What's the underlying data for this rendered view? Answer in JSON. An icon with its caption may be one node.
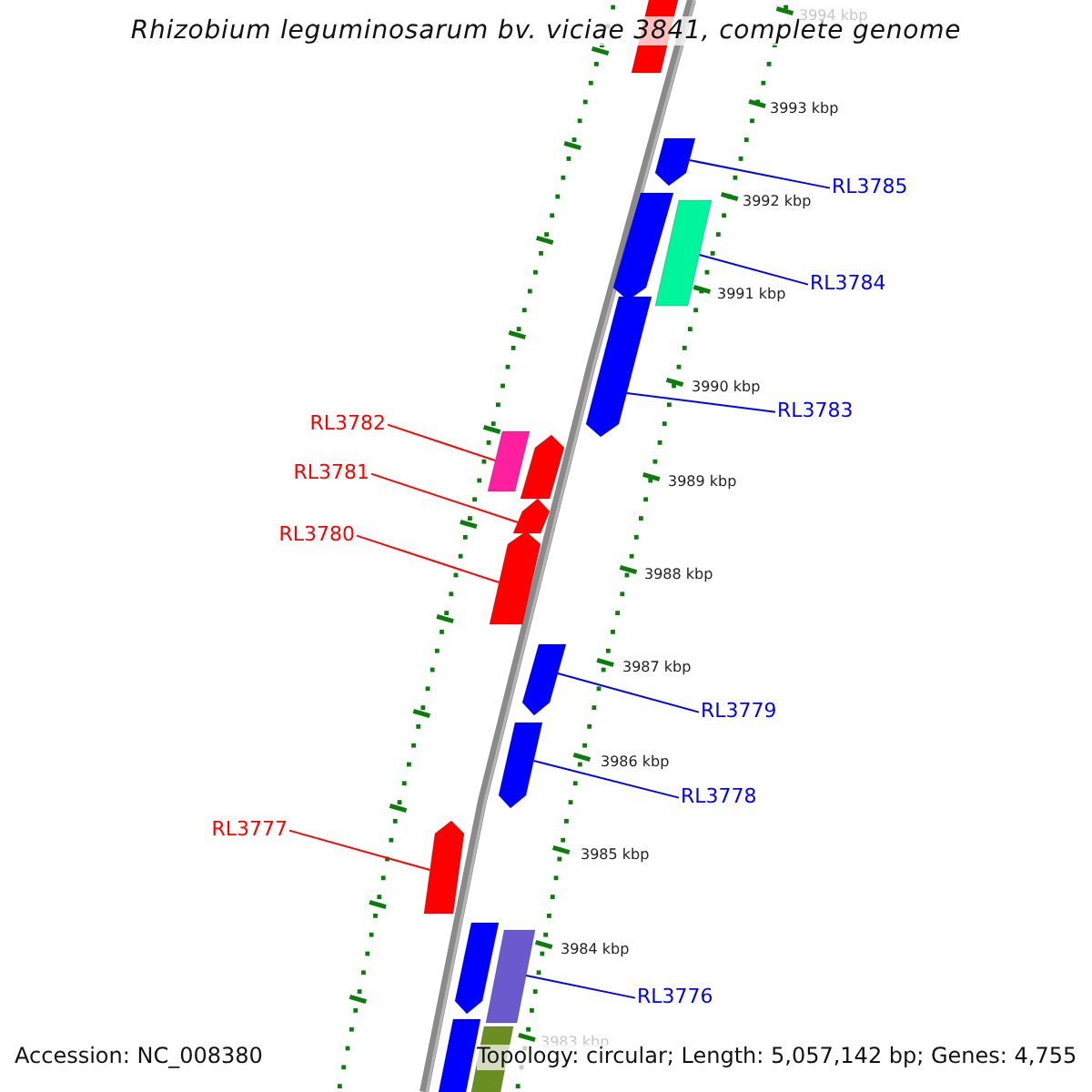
{
  "diagram": {
    "title": "Rhizobium leguminosarum bv. viciae 3841, complete genome",
    "nodes": [
      {
        "text": [],
        "shape": "bar"
      },
      {
        "text": [],
        "shape": "arrow"
      },
      {
        "text": [],
        "shape": "arrow"
      },
      {
        "text": [],
        "shape": "bar"
      },
      {
        "text": [],
        "shape": "arrow"
      },
      {
        "text": [],
        "shape": "bar"
      },
      {
        "text": [],
        "shape": "arrow"
      },
      {
        "text": [],
        "shape": "arrow"
      },
      {
        "text": [],
        "shape": "arrow"
      },
      {
        "text": [],
        "shape": "arrow"
      },
      {
        "text": [],
        "shape": "arrow"
      },
      {
        "text": [],
        "shape": "arrow"
      },
      {
        "text": [],
        "shape": "arrow"
      },
      {
        "text": [],
        "shape": "bar"
      },
      {
        "text": [],
        "shape": "bar"
      },
      {
        "text": [],
        "shape": "bar"
      },
      {
        "text": [
          "RL3785"
        ]
      },
      {
        "text": [
          "RL3784"
        ]
      },
      {
        "text": [
          "RL3783"
        ]
      },
      {
        "text": [
          "RL3782"
        ]
      },
      {
        "text": [
          "RL3781"
        ]
      },
      {
        "text": [
          "RL3780"
        ]
      },
      {
        "text": [
          "RL3779"
        ]
      },
      {
        "text": [
          "RL3778"
        ]
      },
      {
        "text": [
          "RL3777"
        ]
      },
      {
        "text": [
          "RL3776"
        ]
      }
    ],
    "edges": [
      {
        "from": 16,
        "to": 1,
        "arrow": "none"
      },
      {
        "from": 17,
        "to": 3,
        "arrow": "none"
      },
      {
        "from": 18,
        "to": 4,
        "arrow": "none"
      },
      {
        "from": 19,
        "to": 5,
        "arrow": "none",
        "color": "#ff0000"
      },
      {
        "from": 20,
        "to": 7,
        "arrow": "none",
        "color": "#ff0000"
      },
      {
        "from": 21,
        "to": 8,
        "arrow": "none",
        "color": "#ff0000"
      },
      {
        "from": 22,
        "to": 9,
        "arrow": "none"
      },
      {
        "from": 23,
        "to": 10,
        "arrow": "none"
      },
      {
        "from": 24,
        "to": 11,
        "arrow": "none",
        "color": "#ff0000"
      },
      {
        "from": 25,
        "to": 13,
        "arrow": "none"
      }
    ],
    "labels": [
      "3994 kbp",
      "3993 kbp",
      "3992 kbp",
      "3991 kbp",
      "3990 kbp",
      "3989 kbp",
      "3988 kbp",
      "3987 kbp",
      "3986 kbp",
      "3985 kbp",
      "3984 kbp",
      "3983 kbp",
      "Accession: NC_008380",
      "Topology: circular; Length: 5,057,142 bp; Genes: 4,755"
    ]
  }
}
